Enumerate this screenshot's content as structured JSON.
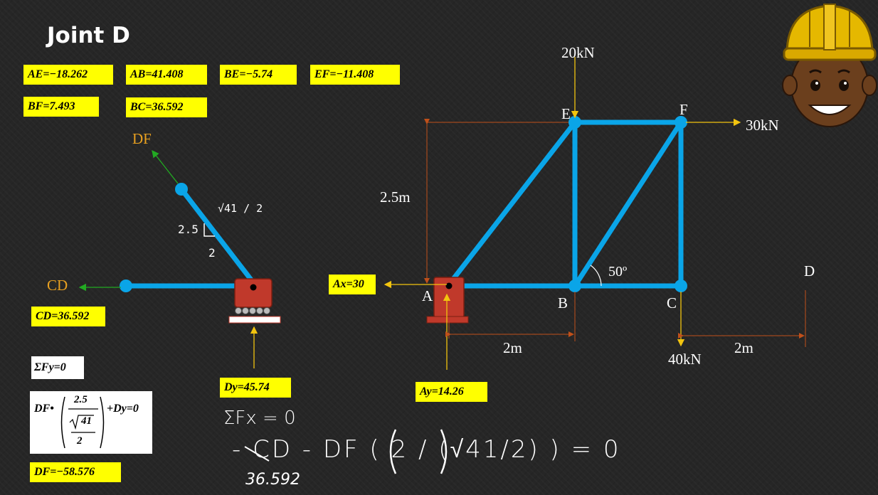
{
  "title": "Joint D",
  "results": {
    "AE": "AE=−18.262",
    "AB": "AB=41.408",
    "BE": "BE=−5.74",
    "EF": "EF=−11.408",
    "BF": "BF=7.493",
    "BC": "BC=36.592",
    "CD": "CD=36.592",
    "Dy": "Dy=45.74",
    "Ax": "Ax=30",
    "Ay": "Ay=14.26",
    "DF": "DF=−58.576"
  },
  "fbd": {
    "df_label": "DF",
    "cd_label": "CD",
    "side_25": "2.5",
    "side_2": "2",
    "hyp": "√41 / 2"
  },
  "equations": {
    "sum_fy": "ΣFy=0",
    "df_eq_prefix": "DF•",
    "df_eq_num": "2.5",
    "df_eq_sqrt": "41",
    "df_eq_den": "2",
    "df_eq_suffix": "+Dy=0"
  },
  "handwriting": {
    "line1": "ΣFx = 0",
    "line2": "- CD - DF ( 2 / (√41/2) ) = 0",
    "line3": "36.592"
  },
  "truss": {
    "loads": {
      "E": "20kN",
      "F": "30kN",
      "C": "40kN"
    },
    "dims": {
      "height": "2.5m",
      "span1": "2m",
      "span2": "2m"
    },
    "angle": "50º",
    "nodes": {
      "A": "A",
      "B": "B",
      "C": "C",
      "D": "D",
      "E": "E",
      "F": "F"
    }
  },
  "colors": {
    "member": "#0aa5e8",
    "highlight": "#ffff00",
    "support": "#c0392b",
    "dim": "#c0501a",
    "arrow_green": "#22aa22",
    "arrow_yellow": "#f2c40f",
    "orange_text": "#e8a020"
  },
  "icons": [
    "mascot-engineer-icon",
    "pin-support-icon",
    "roller-support-icon"
  ]
}
